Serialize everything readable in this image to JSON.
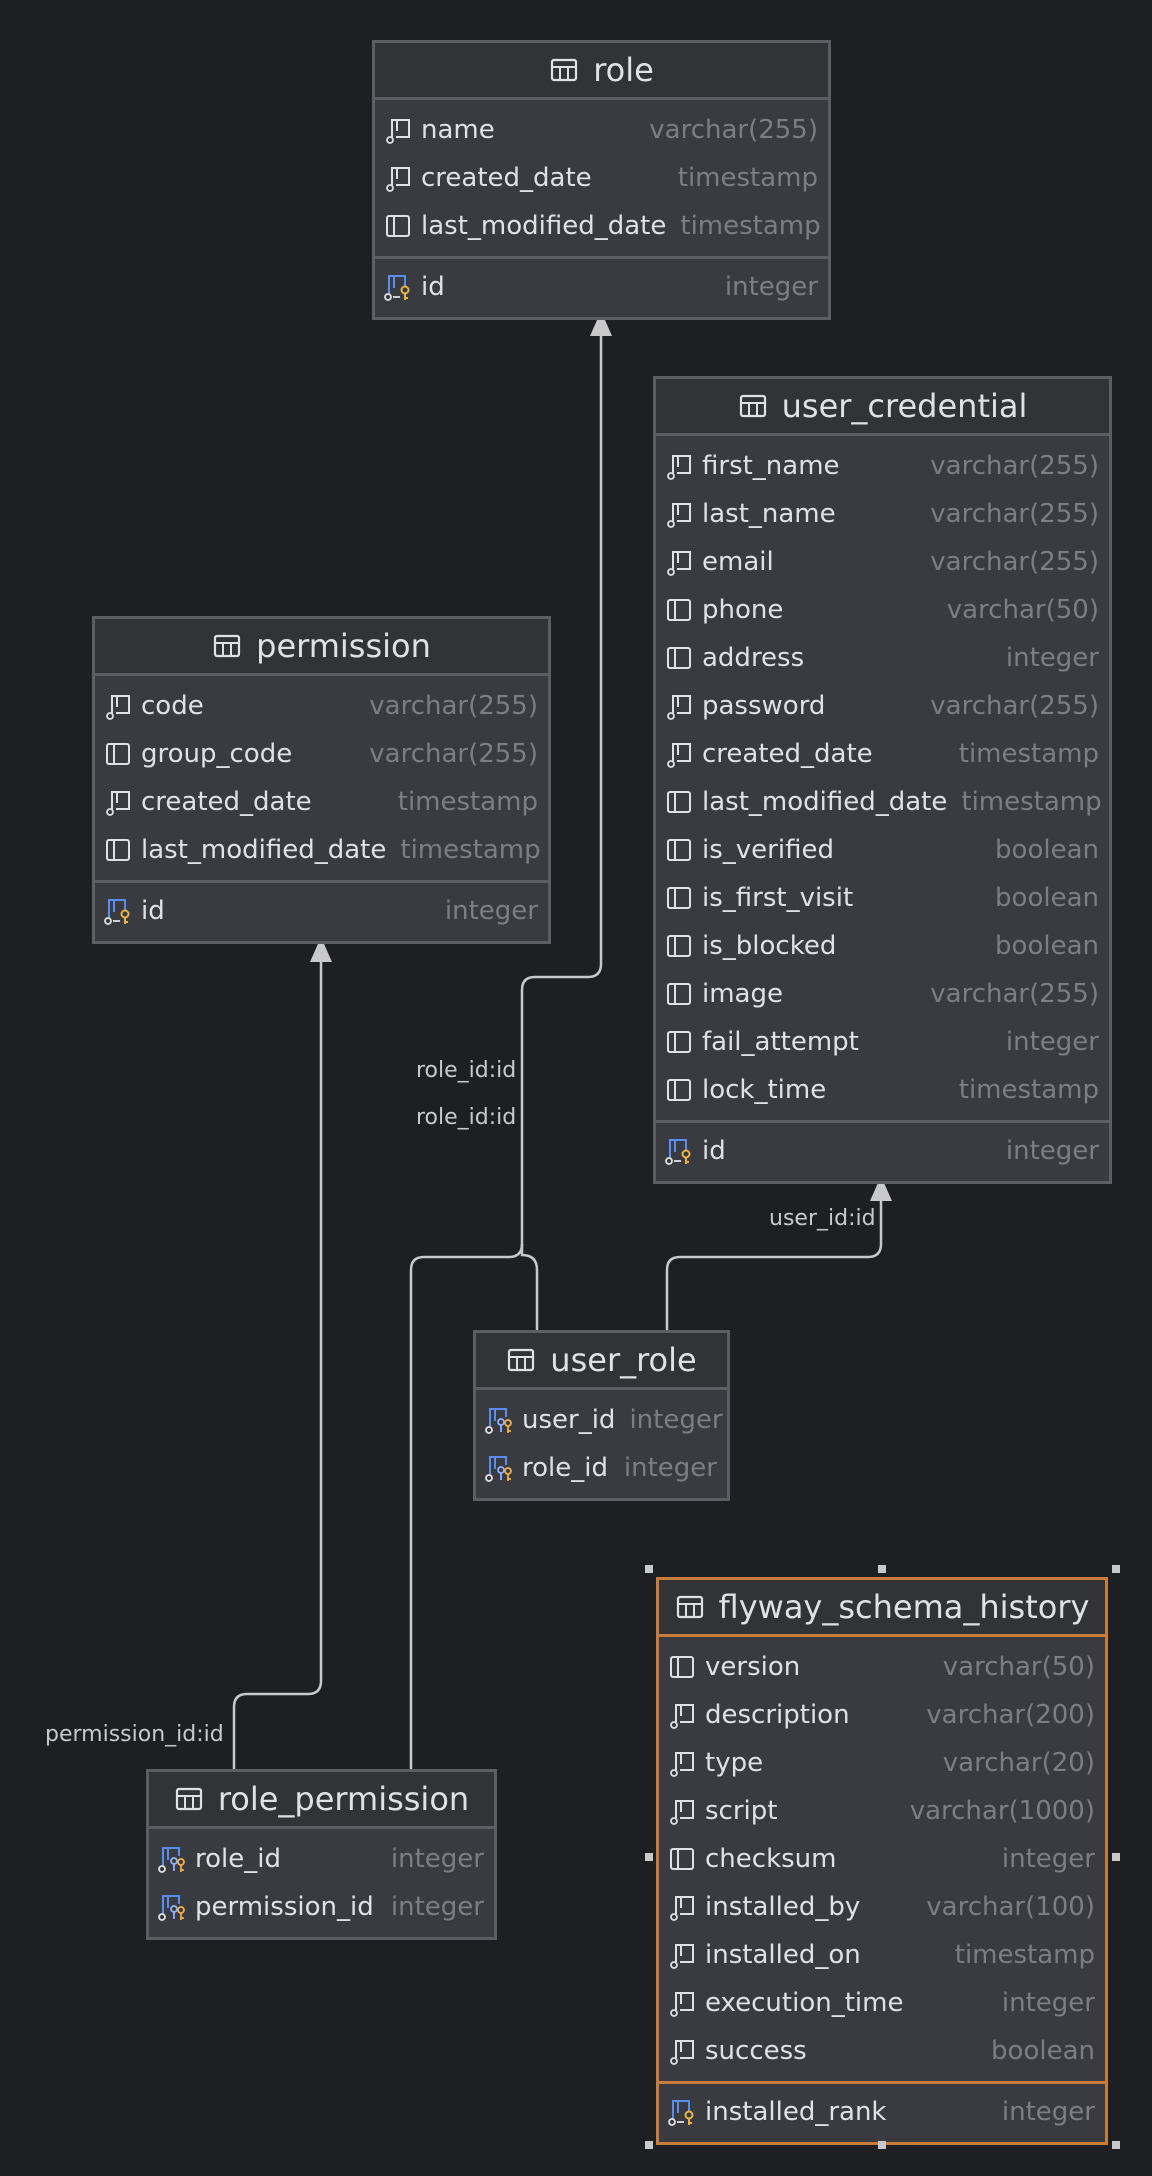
{
  "diagram": {
    "tables": [
      {
        "name": "role",
        "columns": [
          {
            "name": "name",
            "type": "varchar(255)",
            "icon": "column-notnull-icon"
          },
          {
            "name": "created_date",
            "type": "timestamp",
            "icon": "column-notnull-icon"
          },
          {
            "name": "last_modified_date",
            "type": "timestamp",
            "icon": "column-icon"
          }
        ],
        "keys": [
          {
            "name": "id",
            "type": "integer",
            "icon": "primary-key-icon"
          }
        ]
      },
      {
        "name": "user_credential",
        "columns": [
          {
            "name": "first_name",
            "type": "varchar(255)",
            "icon": "column-notnull-icon"
          },
          {
            "name": "last_name",
            "type": "varchar(255)",
            "icon": "column-notnull-icon"
          },
          {
            "name": "email",
            "type": "varchar(255)",
            "icon": "column-notnull-icon"
          },
          {
            "name": "phone",
            "type": "varchar(50)",
            "icon": "column-icon"
          },
          {
            "name": "address",
            "type": "integer",
            "icon": "column-icon"
          },
          {
            "name": "password",
            "type": "varchar(255)",
            "icon": "column-notnull-icon"
          },
          {
            "name": "created_date",
            "type": "timestamp",
            "icon": "column-notnull-icon"
          },
          {
            "name": "last_modified_date",
            "type": "timestamp",
            "icon": "column-icon"
          },
          {
            "name": "is_verified",
            "type": "boolean",
            "icon": "column-icon"
          },
          {
            "name": "is_first_visit",
            "type": "boolean",
            "icon": "column-icon"
          },
          {
            "name": "is_blocked",
            "type": "boolean",
            "icon": "column-icon"
          },
          {
            "name": "image",
            "type": "varchar(255)",
            "icon": "column-icon"
          },
          {
            "name": "fail_attempt",
            "type": "integer",
            "icon": "column-icon"
          },
          {
            "name": "lock_time",
            "type": "timestamp",
            "icon": "column-icon"
          }
        ],
        "keys": [
          {
            "name": "id",
            "type": "integer",
            "icon": "primary-key-icon"
          }
        ]
      },
      {
        "name": "permission",
        "columns": [
          {
            "name": "code",
            "type": "varchar(255)",
            "icon": "column-notnull-icon"
          },
          {
            "name": "group_code",
            "type": "varchar(255)",
            "icon": "column-icon"
          },
          {
            "name": "created_date",
            "type": "timestamp",
            "icon": "column-notnull-icon"
          },
          {
            "name": "last_modified_date",
            "type": "timestamp",
            "icon": "column-icon"
          }
        ],
        "keys": [
          {
            "name": "id",
            "type": "integer",
            "icon": "primary-key-icon"
          }
        ]
      },
      {
        "name": "user_role",
        "columns": [
          {
            "name": "user_id",
            "type": "integer",
            "icon": "primary-foreign-key-icon"
          },
          {
            "name": "role_id",
            "type": "integer",
            "icon": "primary-foreign-key-icon"
          }
        ],
        "keys": []
      },
      {
        "name": "role_permission",
        "columns": [
          {
            "name": "role_id",
            "type": "integer",
            "icon": "primary-foreign-key-icon"
          },
          {
            "name": "permission_id",
            "type": "integer",
            "icon": "primary-foreign-key-icon"
          }
        ],
        "keys": []
      },
      {
        "name": "flyway_schema_history",
        "selected": true,
        "columns": [
          {
            "name": "version",
            "type": "varchar(50)",
            "icon": "column-icon"
          },
          {
            "name": "description",
            "type": "varchar(200)",
            "icon": "column-notnull-icon"
          },
          {
            "name": "type",
            "type": "varchar(20)",
            "icon": "column-notnull-icon"
          },
          {
            "name": "script",
            "type": "varchar(1000)",
            "icon": "column-notnull-icon"
          },
          {
            "name": "checksum",
            "type": "integer",
            "icon": "column-icon"
          },
          {
            "name": "installed_by",
            "type": "varchar(100)",
            "icon": "column-notnull-icon"
          },
          {
            "name": "installed_on",
            "type": "timestamp",
            "icon": "column-notnull-icon"
          },
          {
            "name": "execution_time",
            "type": "integer",
            "icon": "column-notnull-icon"
          },
          {
            "name": "success",
            "type": "boolean",
            "icon": "column-notnull-icon"
          }
        ],
        "keys": [
          {
            "name": "installed_rank",
            "type": "integer",
            "icon": "primary-key-icon"
          }
        ]
      }
    ],
    "relations": [
      {
        "from": "user_role",
        "to": "role",
        "label": "role_id:id"
      },
      {
        "from": "role_permission",
        "to": "role",
        "label": "role_id:id"
      },
      {
        "from": "user_role",
        "to": "user_credential",
        "label": "user_id:id"
      },
      {
        "from": "role_permission",
        "to": "permission",
        "label": "permission_id:id"
      }
    ]
  },
  "colors": {
    "background": "#1e1f22",
    "table_body": "#393b40",
    "table_header": "#323337",
    "border": "#5c5e63",
    "selection": "#c97c3a",
    "edge": "#c9c9c9",
    "key_yellow": "#e8b34a",
    "key_blue": "#5b8def"
  }
}
